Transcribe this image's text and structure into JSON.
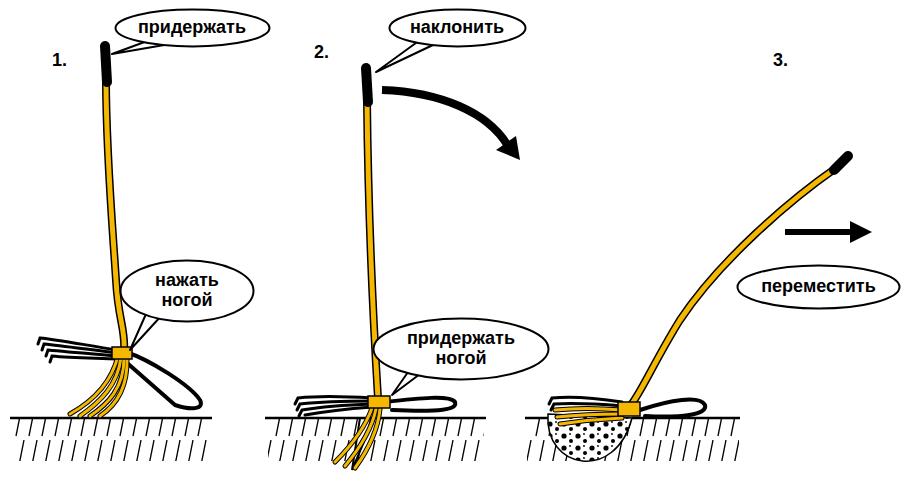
{
  "diagram": {
    "nodes": [
      {
        "text": [
          "придержать"
        ]
      },
      {
        "text": [
          "нажать ногой"
        ]
      },
      {
        "text": [
          "наклонить"
        ]
      },
      {
        "text": [
          "придержать ногой"
        ]
      },
      {
        "text": [
          "переместить"
        ]
      }
    ],
    "labels": [
      "1.",
      "2.",
      "3."
    ]
  }
}
